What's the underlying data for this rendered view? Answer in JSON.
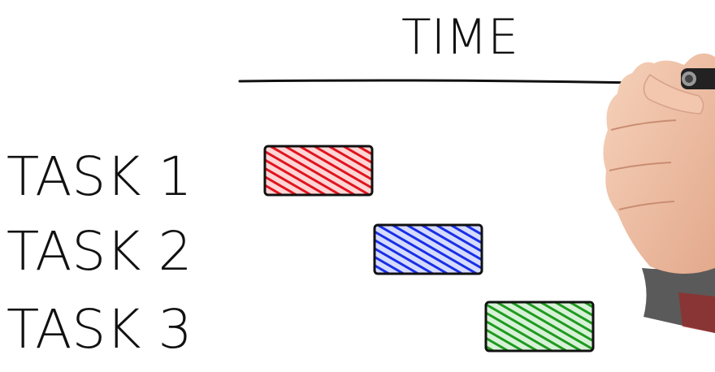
{
  "axis": {
    "label": "TIME"
  },
  "tasks": [
    {
      "label": "TASK 1",
      "color": "#e0141f",
      "order": 1
    },
    {
      "label": "TASK 2",
      "color": "#1a2fe6",
      "order": 2
    },
    {
      "label": "TASK 3",
      "color": "#1f9a1f",
      "order": 3
    }
  ],
  "colors": {
    "ink": "#111111",
    "background": "#ffffff",
    "skin": "#f0c4a8",
    "sleeve": "#5a5a5a"
  },
  "icons": {
    "hand": "hand-holding-marker-icon",
    "arrow": "arrow-right-icon"
  }
}
